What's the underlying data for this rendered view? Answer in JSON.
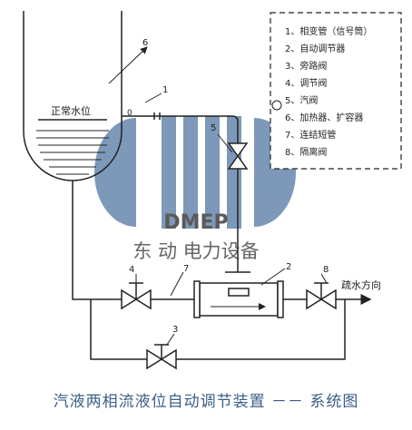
{
  "legend": {
    "items": [
      "1、相变管（信号筒）",
      "2、自动调节器",
      "3、旁路阀",
      "4、调节阀",
      "5、汽阀",
      "6、加热器、扩容器",
      "7、连结短管",
      "8、隔离阀"
    ]
  },
  "labels": {
    "normal_level": "正常水位",
    "drain_direction": "疏水方向",
    "zero_mark": "0"
  },
  "callouts": [
    "1",
    "2",
    "3",
    "4",
    "5",
    "6",
    "7",
    "8"
  ],
  "logo": {
    "brand": "DMEP",
    "company_cn": "东 动 电力设备",
    "brand_color": "#4a6f9a"
  },
  "caption": "汽液两相流液位自动调节装置 －－ 系统图"
}
